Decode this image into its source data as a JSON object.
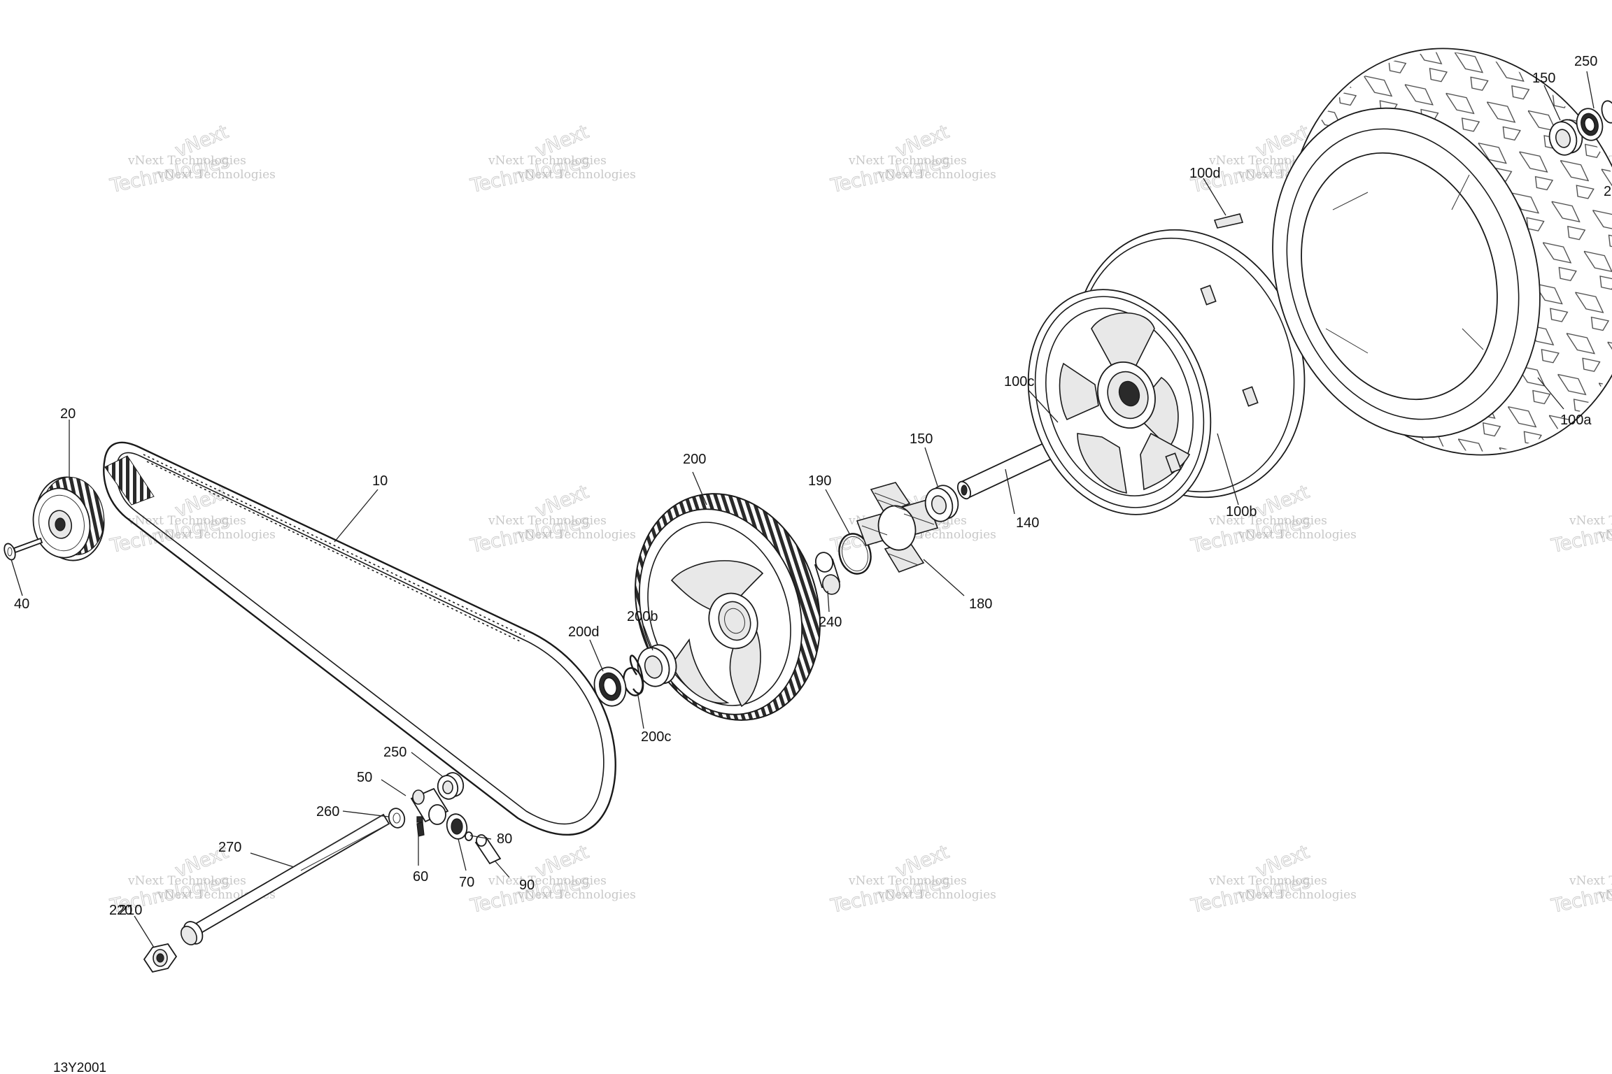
{
  "drawing_code": "13Y2001",
  "watermark": {
    "line1": "vNext Technologies",
    "line2": "Technologies",
    "line3": "vNext"
  },
  "callouts": [
    {
      "id": "10",
      "label": "10"
    },
    {
      "id": "20",
      "label": "20"
    },
    {
      "id": "40",
      "label": "40"
    },
    {
      "id": "50",
      "label": "50"
    },
    {
      "id": "60",
      "label": "60"
    },
    {
      "id": "70",
      "label": "70"
    },
    {
      "id": "80",
      "label": "80"
    },
    {
      "id": "90",
      "label": "90"
    },
    {
      "id": "100a",
      "label": "100a"
    },
    {
      "id": "100b",
      "label": "100b"
    },
    {
      "id": "100c",
      "label": "100c"
    },
    {
      "id": "100d",
      "label": "100d"
    },
    {
      "id": "140",
      "label": "140"
    },
    {
      "id": "150a",
      "label": "150"
    },
    {
      "id": "150b",
      "label": "150"
    },
    {
      "id": "180",
      "label": "180"
    },
    {
      "id": "190",
      "label": "190"
    },
    {
      "id": "200",
      "label": "200"
    },
    {
      "id": "200b",
      "label": "200b"
    },
    {
      "id": "200c",
      "label": "200c"
    },
    {
      "id": "200d",
      "label": "200d"
    },
    {
      "id": "210",
      "label": "210"
    },
    {
      "id": "220",
      "label": "220"
    },
    {
      "id": "240",
      "label": "240"
    },
    {
      "id": "250a",
      "label": "250"
    },
    {
      "id": "250b",
      "label": "250"
    },
    {
      "id": "260",
      "label": "260"
    },
    {
      "id": "270",
      "label": "270"
    },
    {
      "id": "edge2",
      "label": "2"
    }
  ]
}
